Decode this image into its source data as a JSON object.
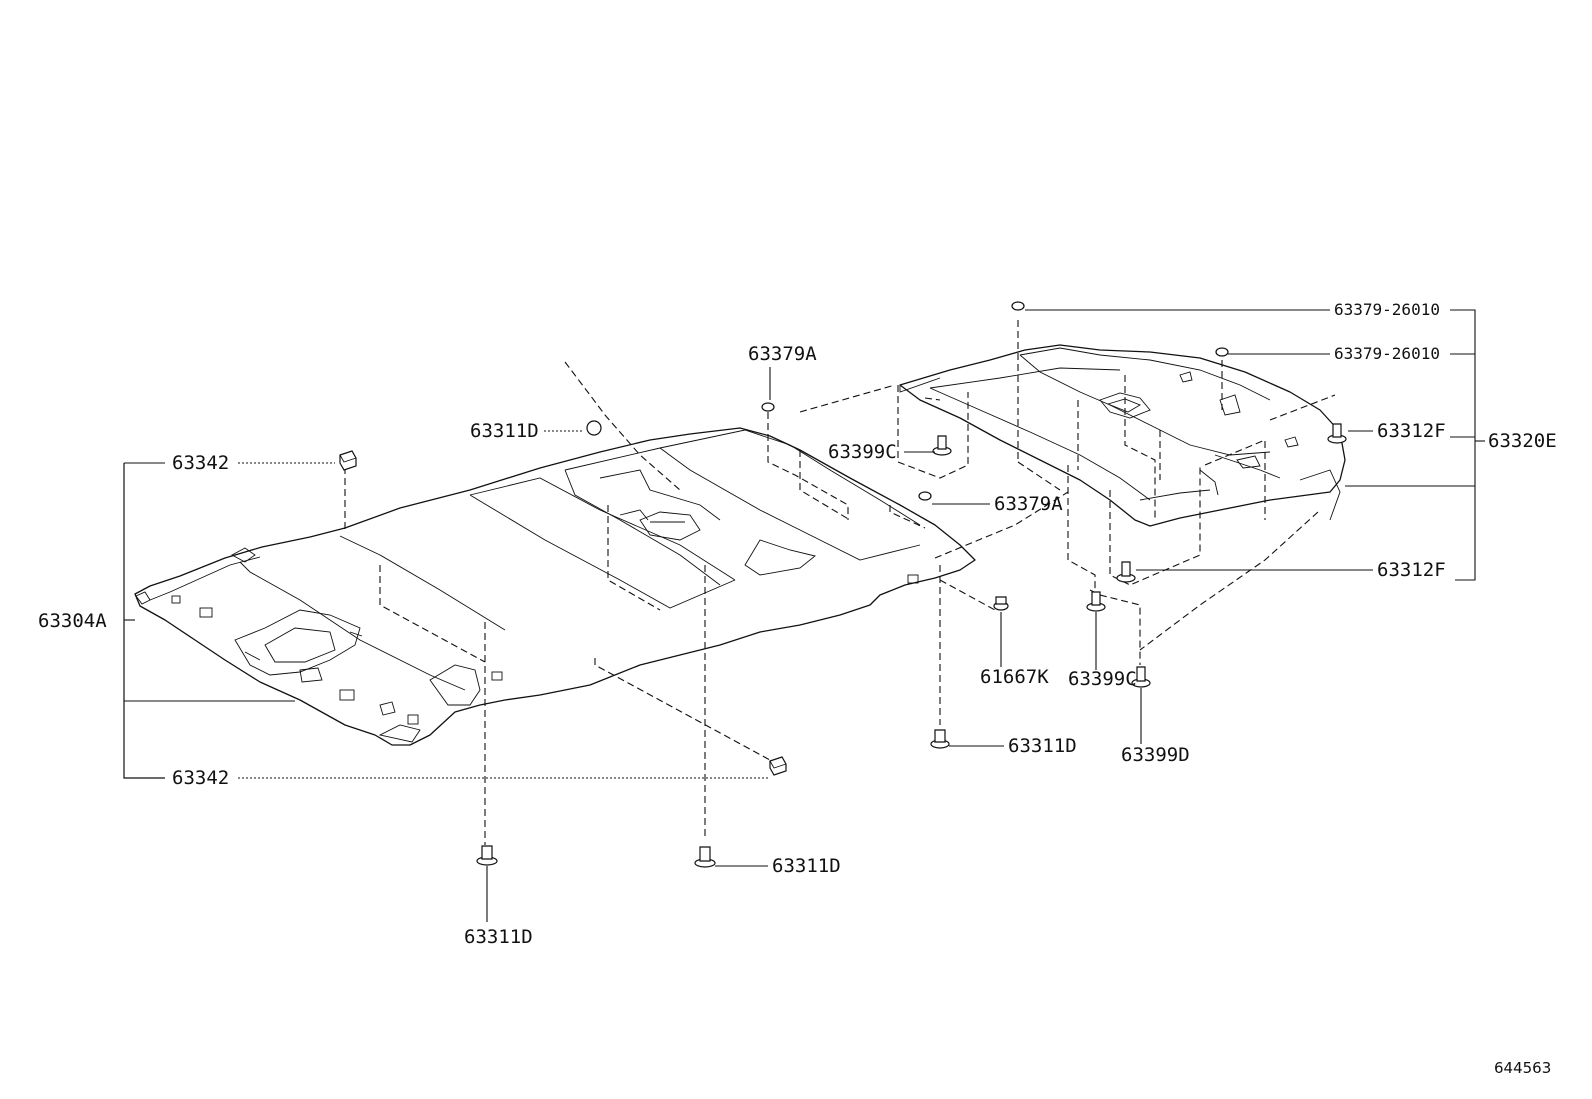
{
  "diagram": {
    "part_labels": {
      "p63379_26010_top": "63379-26010",
      "p63379_26010_second": "63379-26010",
      "p63379A_top": "63379A",
      "p63311D_upper": "63311D",
      "p63342_upper": "63342",
      "p63399C_left": "63399C",
      "p63379A_mid": "63379A",
      "p63312F_top": "63312F",
      "p63320E": "63320E",
      "p63304A": "63304A",
      "p63312F_bottom": "63312F",
      "p61667K": "61667K",
      "p63399C_bottom": "63399C",
      "p63311D_right": "63311D",
      "p63399D": "63399D",
      "p63342_lower": "63342",
      "p63311D_center": "63311D",
      "p63311D_bottom": "63311D"
    },
    "diagram_id": "644563"
  }
}
